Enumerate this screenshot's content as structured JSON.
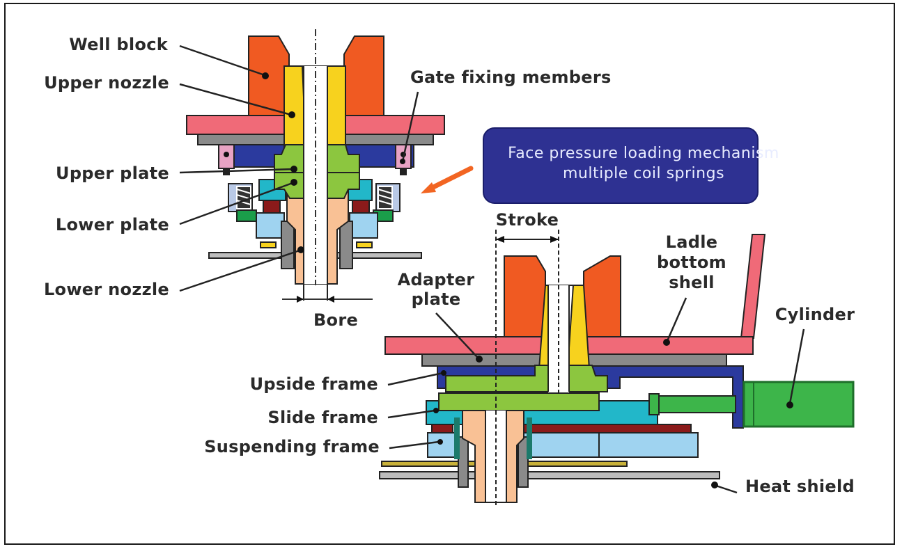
{
  "diagram": {
    "title": "Sliding nozzle gate with face pressure loading mechanism",
    "labels": {
      "well_block": "Well block",
      "upper_nozzle": "Upper nozzle",
      "upper_plate": "Upper plate",
      "lower_plate": "Lower plate",
      "lower_nozzle": "Lower nozzle",
      "bore": "Bore",
      "gate_fixing_members": "Gate fixing members",
      "stroke": "Stroke",
      "ladle_line1": "Ladle",
      "ladle_line2": "bottom",
      "ladle_line3": "shell",
      "adapter_line1": "Adapter",
      "adapter_line2": "plate",
      "cylinder": "Cylinder",
      "upside_frame": "Upside frame",
      "slide_frame": "Slide frame",
      "suspending_frame": "Suspending frame",
      "heat_shield": "Heat shield"
    },
    "callout": {
      "line1": "Face pressure loading mechanism",
      "line2": "multiple coil springs"
    },
    "colors": {
      "well_block": "#f05a22",
      "nozzle_upper": "#f7d21e",
      "nozzle_lower": "#f9c195",
      "plate": "#8cc63f",
      "ladle_shell": "#f06a78",
      "adapter": "#8a8a8a",
      "frame_blue": "#2b3a9e",
      "slide_cyan": "#22b7c9",
      "suspend_lightblue": "#9fd3f0",
      "cylinder": "#3db54a",
      "callout_bg": "#2e3192",
      "arrow": "#f26522",
      "spring_box": "#b9c9e6",
      "dark_red": "#8b1a1a",
      "green_dark": "#1a9e4a"
    }
  }
}
